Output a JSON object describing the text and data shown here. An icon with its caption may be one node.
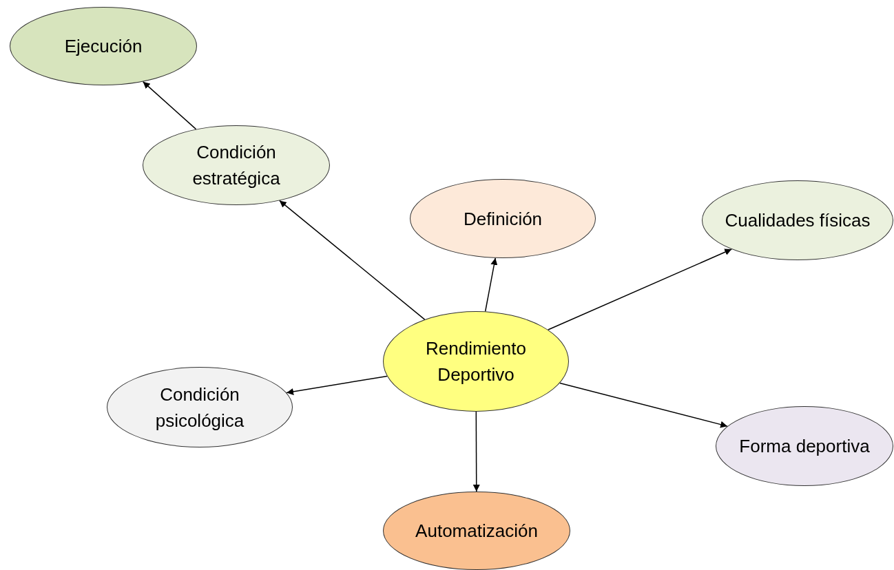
{
  "diagram": {
    "nodes": [
      {
        "text": [
          "Ejecución"
        ]
      },
      {
        "text": [
          "Condición estratégica"
        ]
      },
      {
        "text": [
          "Definición"
        ]
      },
      {
        "text": [
          "Cualidades físicas"
        ]
      },
      {
        "text": [
          "Rendimiento Deportivo"
        ]
      },
      {
        "text": [
          "Condición psicológica"
        ]
      },
      {
        "text": [
          "Forma deportiva"
        ]
      },
      {
        "text": [
          "Automatización"
        ]
      }
    ],
    "edges": [
      {
        "from": 1,
        "to": 0,
        "arrow": "to"
      },
      {
        "from": 4,
        "to": 1,
        "arrow": "to"
      },
      {
        "from": 4,
        "to": 2,
        "arrow": "to"
      },
      {
        "from": 4,
        "to": 3,
        "arrow": "to"
      },
      {
        "from": 4,
        "to": 5,
        "arrow": "to"
      },
      {
        "from": 4,
        "to": 6,
        "arrow": "to"
      },
      {
        "from": 4,
        "to": 7,
        "arrow": "to"
      }
    ]
  }
}
